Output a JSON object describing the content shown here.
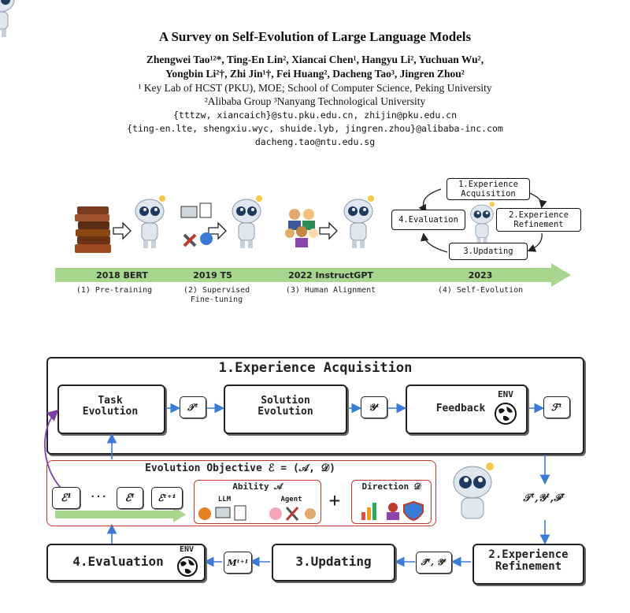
{
  "paper": {
    "title": "A Survey on Self-Evolution of Large Language Models",
    "authors_line1": "Zhengwei Tao¹²*, Ting-En Lin², Xiancai Chen¹, Hangyu Li², Yuchuan Wu²,",
    "authors_line2": "Yongbin Li²†, Zhi Jin¹†, Fei Huang², Dacheng Tao³, Jingren Zhou²",
    "affil1": "¹ Key Lab of HCST (PKU), MOE; School of Computer Science, Peking University",
    "affil2": "²Alibaba Group   ³Nanyang Technological University",
    "email1": "{tttzw, xiancaich}@stu.pku.edu.cn,   zhijin@pku.edu.cn",
    "email2": "{ting-en.lte, shengxiu.wyc, shuide.lyb, jingren.zhou}@alibaba-inc.com",
    "email3": "dacheng.tao@ntu.edu.sg"
  },
  "timeline": {
    "stages": [
      {
        "year": "2018 BERT",
        "label": "(1) Pre-training"
      },
      {
        "year": "2019 T5",
        "label": "(2) Supervised Fine-tuning"
      },
      {
        "year": "2022 InstructGPT",
        "label": "(3) Human Alignment"
      },
      {
        "year": "2023",
        "label": "(4) Self-Evolution"
      }
    ],
    "cycle": {
      "step1": "1.Experience Acquisition",
      "step2": "2.Experience Refinement",
      "step3": "3.Updating",
      "step4": "4.Evaluation"
    }
  },
  "framework": {
    "acquisition_title": "1.Experience Acquisition",
    "task_evolution": "Task Evolution",
    "solution_evolution": "Solution Evolution",
    "feedback": "Feedback",
    "env": "ENV",
    "sym_T": "𝒯ᵗ",
    "sym_Y": "𝒴ᵗ",
    "sym_F": "ℱᵗ",
    "objective_title": "Evolution Objective ℰ = (𝒜, 𝒟)",
    "e1": "ℰ¹",
    "dots": "···",
    "et": "ℰᵗ",
    "et1": "ℰᵗ⁺¹",
    "ability": "Ability 𝒜",
    "llm": "LLM",
    "agent": "Agent",
    "plus": "+",
    "direction": "Direction 𝒟",
    "tyf": "𝒯ᵗ,𝒴ᵗ,ℱᵗ",
    "refinement": "2.Experience Refinement",
    "tilde": "𝒯̃ᵗ, 𝒴̃ᵗ",
    "updating": "3.Updating",
    "m": "Mᵗ⁺¹",
    "evaluation": "4.Evaluation"
  }
}
